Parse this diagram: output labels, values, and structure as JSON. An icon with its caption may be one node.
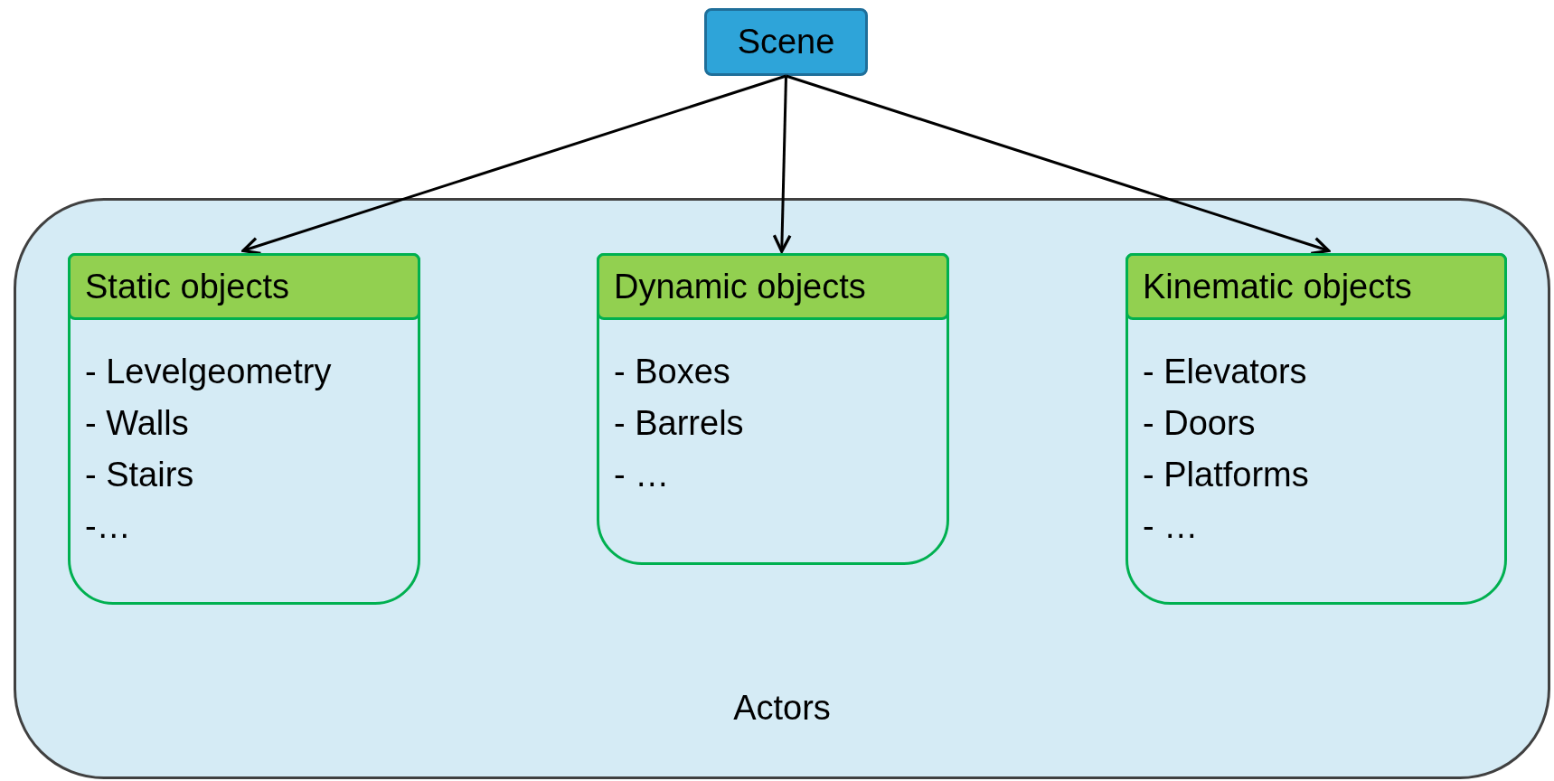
{
  "diagram": {
    "nodes": [
      {
        "text": [
          "Scene"
        ]
      },
      {
        "text": [
          "Actors"
        ]
      },
      {
        "text": [
          "Static objects",
          "- Levelgeometry",
          "- Walls",
          "- Stairs",
          "-…"
        ],
        "in": 1
      },
      {
        "text": [
          "Dynamic objects",
          "- Boxes",
          "- Barrels",
          "- …"
        ],
        "in": 1
      },
      {
        "text": [
          "Kinematic objects",
          "- Elevators",
          "- Doors",
          "- Platforms",
          "- …"
        ],
        "in": 1
      }
    ],
    "edges": [
      {
        "from": 0,
        "to": 2,
        "arrow": "to"
      },
      {
        "from": 0,
        "to": 3,
        "arrow": "to"
      },
      {
        "from": 0,
        "to": 4,
        "arrow": "to"
      }
    ]
  }
}
